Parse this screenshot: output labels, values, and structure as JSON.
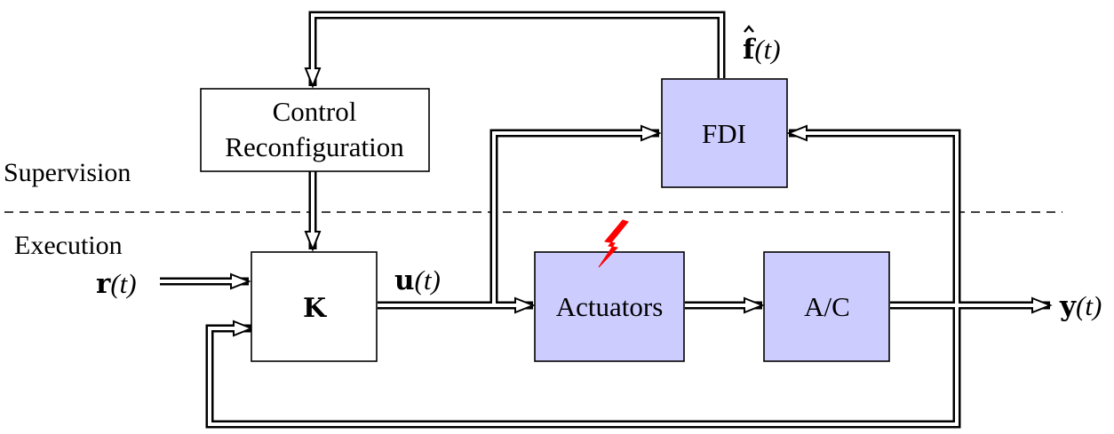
{
  "layers": {
    "upper": "Supervision",
    "lower": "Execution"
  },
  "blocks": {
    "reconfig": {
      "lines": [
        "Control",
        "Reconfiguration"
      ]
    },
    "controller": "K",
    "fdi": "FDI",
    "actuators": "Actuators",
    "aircraft": "A/C"
  },
  "signals": {
    "reference_bold": "r",
    "reference_arg": "(t)",
    "control_bold": "u",
    "control_arg": "(t)",
    "output_bold": "y",
    "output_arg": "(t)",
    "fault_estimate_bold": "f",
    "fault_estimate_arg": "(t)"
  },
  "colors": {
    "block_fill": "#ccccff",
    "fault_symbol": "#ff0000",
    "stroke": "#000000"
  },
  "icons": {
    "fault": "lightning-bolt-icon"
  }
}
